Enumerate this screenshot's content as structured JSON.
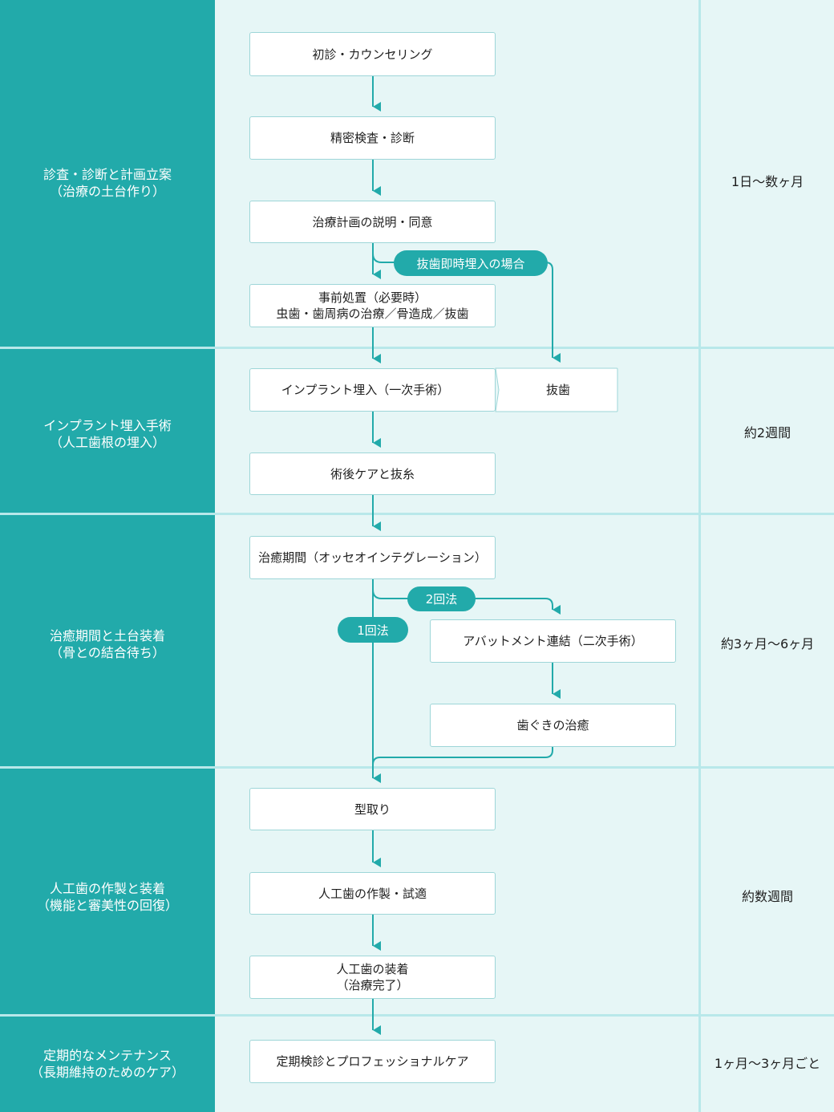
{
  "phases": [
    {
      "line1": "診査・診断と計画立案",
      "line2": "（治療の土台作り）",
      "duration": "1日〜数ヶ月"
    },
    {
      "line1": "インプラント埋入手術",
      "line2": "（人工歯根の埋入）",
      "duration": "約2週間"
    },
    {
      "line1": "治癒期間と土台装着",
      "line2": "（骨との結合待ち）",
      "duration": "約3ヶ月〜6ヶ月"
    },
    {
      "line1": "人工歯の作製と装着",
      "line2": "（機能と審美性の回復）",
      "duration": "約数週間"
    },
    {
      "line1": "定期的なメンテナンス",
      "line2": "（長期維持のためのケア）",
      "duration": "1ヶ月〜3ヶ月ごと"
    }
  ],
  "steps": {
    "first_visit": "初診・カウンセリング",
    "exam": "精密検査・診断",
    "plan": "治療計画の説明・同意",
    "pretreatment_line1": "事前処置（必要時）",
    "pretreatment_line2": "虫歯・歯周病の治療／骨造成／抜歯",
    "implant_placement": "インプラント埋入（一次手術）",
    "extraction": "抜歯",
    "postop": "術後ケアと抜糸",
    "healing": "治癒期間（オッセオインテグレーション）",
    "abutment": "アバットメント連結（二次手術）",
    "gum_treatment": "歯ぐきの治癒",
    "impression": "型取り",
    "fabrication": "人工歯の作製・試適",
    "placement_line1": "人工歯の装着",
    "placement_line2": "（治療完了）",
    "maintenance": "定期検診とプロフェッショナルケア"
  },
  "branches": {
    "immediate": "抜歯即時埋入の場合",
    "two_stage": "2回法",
    "one_stage": "1回法"
  },
  "colors": {
    "teal": "#22aaaa",
    "background": "#e6f6f6",
    "divider": "#b8e8ea"
  }
}
